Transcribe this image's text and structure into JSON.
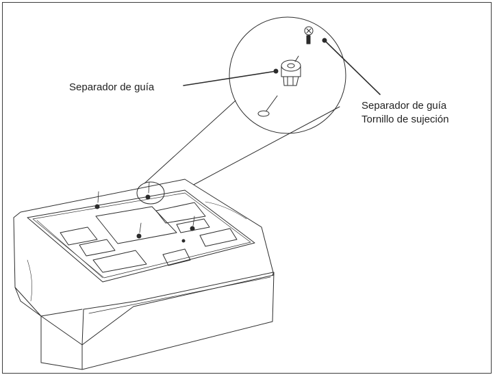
{
  "callouts": {
    "spacer_label": "Separador de guía",
    "spacer_screw_line1": "Separador de guía",
    "spacer_screw_line2": "Tornillo de sujeción"
  },
  "colors": {
    "stroke": "#2b2b2b",
    "frame": "#3a3a3a",
    "background": "#ffffff"
  }
}
